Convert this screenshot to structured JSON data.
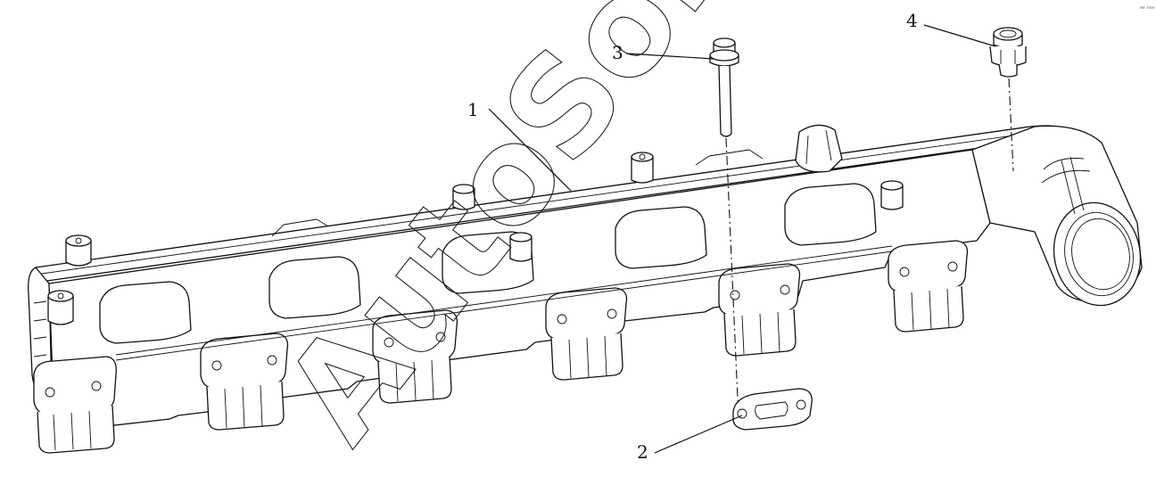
{
  "diagram": {
    "callouts": [
      {
        "id": "1",
        "label": "1"
      },
      {
        "id": "2",
        "label": "2"
      },
      {
        "id": "3",
        "label": "3"
      },
      {
        "id": "4",
        "label": "4"
      }
    ],
    "watermark": "AutoSoft",
    "corner_mark": "ᵃᵒ ᵒᵒᵒ"
  }
}
